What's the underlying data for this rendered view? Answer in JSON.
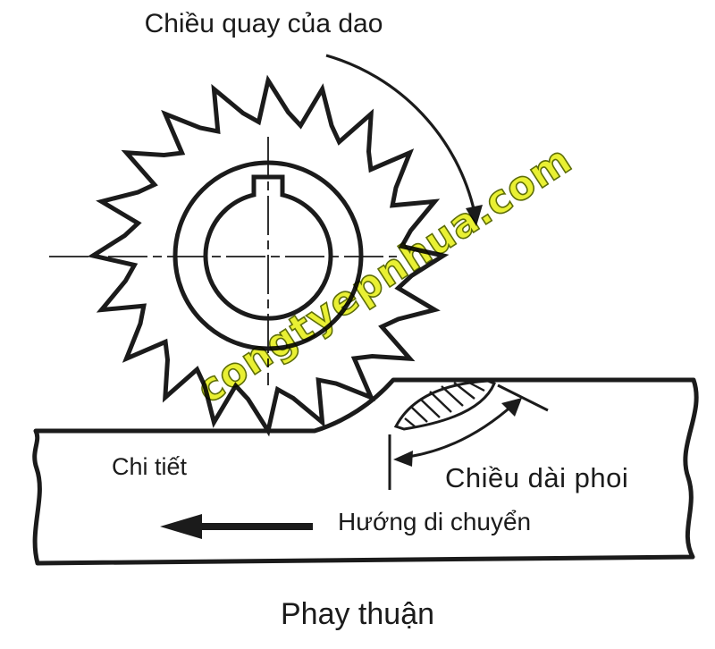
{
  "diagram": {
    "caption": "Phay thuận",
    "labels": {
      "rotation_direction": "Chiều quay của dao",
      "workpiece": "Chi tiết",
      "chip_length": "Chiều dài phoi",
      "feed_direction": "Hướng di chuyển"
    },
    "watermark": "congtyepnhua.com",
    "colors": {
      "ink": "#1b1b1b",
      "background": "#ffffff",
      "watermark_fill": "#e9f033",
      "watermark_stroke": "#5e6e08"
    }
  }
}
